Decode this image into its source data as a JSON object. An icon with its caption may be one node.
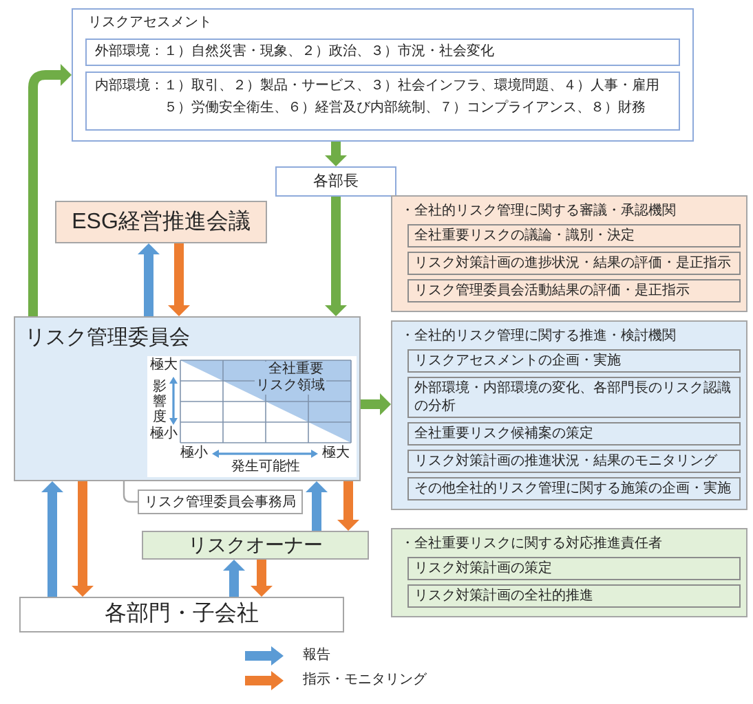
{
  "diagram": {
    "nodes": [
      {
        "text": [
          "リスクアセスメント"
        ]
      },
      {
        "text": [
          "外部環境：１）自然災害・現象、２）政治、３）市況・社会変化"
        ],
        "in": 0
      },
      {
        "text": [
          "内部環境：１）取引、２）製品・サービス、３）社会インフラ、環境問題、４）人事・雇用５）労働安全衛生、６）経営及び内部統制、７）コンプライアンス、８）財務"
        ],
        "in": 0
      },
      {
        "text": [
          "各部長"
        ]
      },
      {
        "text": [
          "ESG経営推進会議"
        ]
      },
      {
        "text": [
          "・全社的リスク管理に関する審議・承認機関"
        ]
      },
      {
        "text": [
          "全社重要リスクの議論・識別・決定"
        ],
        "in": 5
      },
      {
        "text": [
          "リスク対策計画の進捗状況・結果の評価・是正指示"
        ],
        "in": 5
      },
      {
        "text": [
          "リスク管理委員会活動結果の評価・是正指示"
        ],
        "in": 5
      },
      {
        "text": [
          "リスク管理委員会"
        ]
      },
      {
        "text": [
          "・全社的リスク管理に関する推進・検討機関"
        ]
      },
      {
        "text": [
          "リスクアセスメントの企画・実施"
        ],
        "in": 10
      },
      {
        "text": [
          "外部環境・内部環境の変化、各部門長のリスク認識の分析"
        ],
        "in": 10
      },
      {
        "text": [
          "全社重要リスク候補案の策定"
        ],
        "in": 10
      },
      {
        "text": [
          "リスク対策計画の推進状況・結果のモニタリング"
        ],
        "in": 10
      },
      {
        "text": [
          "その他全社的リスク管理に関する施策の企画・実施"
        ],
        "in": 10
      },
      {
        "text": [
          "リスク管理委員会事務局"
        ]
      },
      {
        "text": [
          "リスクオーナー"
        ]
      },
      {
        "text": [
          "・全社重要リスクに関する対応推進責任者"
        ]
      },
      {
        "text": [
          "リスク対策計画の策定"
        ],
        "in": 18
      },
      {
        "text": [
          "リスク対策計画の全社的推進"
        ],
        "in": 18
      },
      {
        "text": [
          "各部門・子会社"
        ]
      }
    ],
    "edges": [
      {
        "from": 9,
        "to": 0,
        "arrow": "to",
        "color": "#70ad47"
      },
      {
        "from": 0,
        "to": 3,
        "arrow": "to",
        "color": "#70ad47"
      },
      {
        "from": 3,
        "to": 9,
        "arrow": "to",
        "color": "#70ad47"
      },
      {
        "from": 9,
        "to": 10,
        "arrow": "to",
        "color": "#70ad47"
      },
      {
        "from": 9,
        "to": 4,
        "arrow": "to",
        "color": "#5b9bd5"
      },
      {
        "from": 4,
        "to": 9,
        "arrow": "to",
        "color": "#ed7d31"
      },
      {
        "from": 21,
        "to": 9,
        "arrow": "to",
        "color": "#5b9bd5"
      },
      {
        "from": 9,
        "to": 21,
        "arrow": "to",
        "color": "#ed7d31"
      },
      {
        "from": 17,
        "to": 9,
        "arrow": "to",
        "color": "#5b9bd5"
      },
      {
        "from": 9,
        "to": 17,
        "arrow": "to",
        "color": "#ed7d31"
      },
      {
        "from": 21,
        "to": 17,
        "arrow": "to",
        "color": "#5b9bd5"
      },
      {
        "from": 17,
        "to": 21,
        "arrow": "to",
        "color": "#ed7d31"
      },
      {
        "from": 9,
        "to": 16,
        "arrow": "none",
        "color": "#a6a6a6"
      }
    ],
    "labels": [
      "極大",
      "全社重要リスク領域",
      "影響度",
      "極小",
      "極小",
      "発生可能性",
      "極大"
    ],
    "legend": [
      {
        "text": "報告",
        "color": "#5b9bd5"
      },
      {
        "text": "指示・モニタリング",
        "color": "#ed7d31"
      }
    ]
  }
}
